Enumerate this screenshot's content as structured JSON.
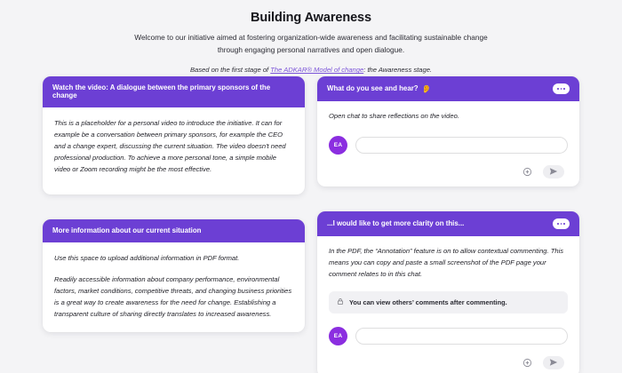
{
  "header": {
    "title": "Building Awareness",
    "subtitle": "Welcome to our initiative aimed at fostering organization-wide awareness and facilitating sustainable change through engaging personal narratives and open dialogue.",
    "note_prefix": "Based on the first stage of ",
    "note_link": "The ADKAR® Model of change",
    "note_suffix": ": the Awareness stage.",
    "link_color": "#7b54d8"
  },
  "theme": {
    "header_purple": "#6c3fd4",
    "avatar_purple": "#8b2ee0",
    "page_background": "#f4f4f6",
    "card_background": "#ffffff"
  },
  "cards": {
    "video": {
      "title": "Watch the video: A dialogue between the primary sponsors of the change",
      "body": "This is a placeholder for a personal video to introduce the initiative. It can for example be a conversation between primary sponsors, for example the CEO and a change expert, discussing the current situation. The video doesn't need professional production. To achieve a more personal tone, a simple mobile video or Zoom recording might be the most effective."
    },
    "chat_reflections": {
      "title": "What do you see and hear?",
      "title_emoji": "👂",
      "menu_label": "···",
      "intro": "Open chat to share reflections on the video.",
      "avatar_initials": "EA",
      "input_value": "",
      "input_placeholder": "",
      "add_icon": "plus-circle-icon",
      "send_icon": "send-icon"
    },
    "more_info": {
      "title": "More information about our current situation",
      "body_1": "Use this space to upload additional information in PDF format.",
      "body_2": "Readily accessible information about company performance, environmental factors, market conditions, competitive threats, and changing business priorities is a great way to create awareness for the need for change. Establishing a transparent culture of sharing directly translates to increased awareness."
    },
    "chat_clarity": {
      "title": "...I would like to get more clarity on this...",
      "menu_label": "···",
      "intro": "In the PDF, the “Annotation” feature is on to allow contextual commenting. This means you can copy and paste a small screenshot of the PDF page your comment relates to in this chat.",
      "notice": "You can view others’ comments after commenting.",
      "notice_icon": "lock-icon",
      "avatar_initials": "EA",
      "input_value": "",
      "input_placeholder": "",
      "add_icon": "plus-circle-icon",
      "send_icon": "send-icon"
    }
  }
}
